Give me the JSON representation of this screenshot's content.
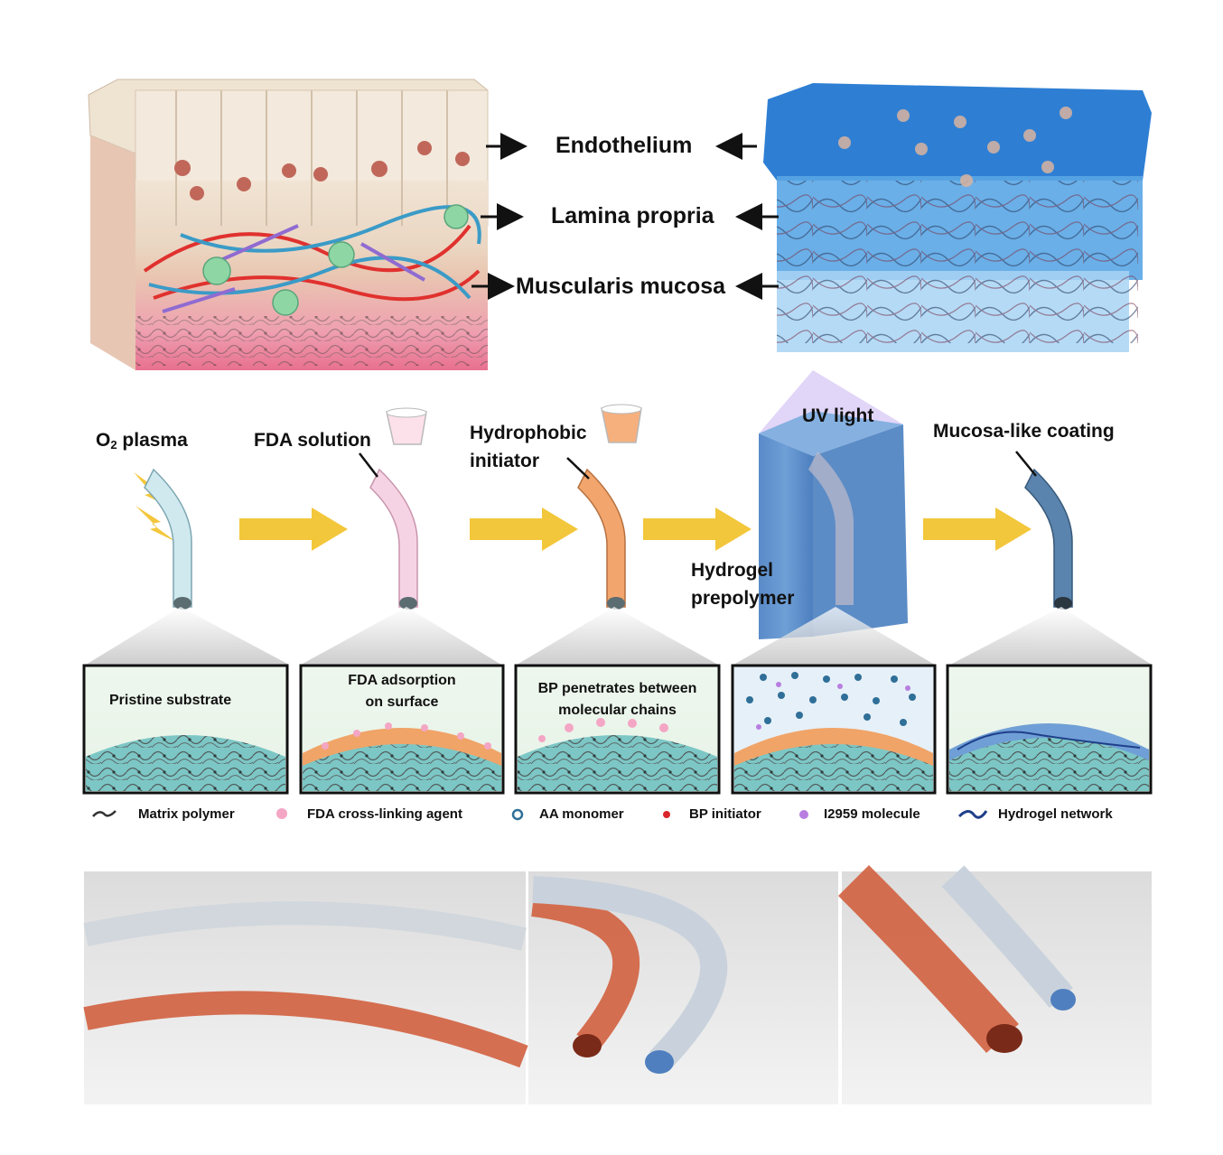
{
  "layers": [
    "Endothelium",
    "Lamina propria",
    "Muscularis mucosa"
  ],
  "steps": {
    "s1_prefix": "O",
    "s1_sub": "2",
    "s1_suffix": " plasma",
    "s2": "FDA solution",
    "s3_line1": "Hydrophobic",
    "s3_line2": "initiator",
    "s4_top": "UV light",
    "s4_line1": "Hydrogel",
    "s4_line2": "prepolymer",
    "s5": "Mucosa-like coating"
  },
  "panels": {
    "p1": "Pristine substrate",
    "p2_line1": "FDA adsorption",
    "p2_line2": "on surface",
    "p3_line1": "BP penetrates between",
    "p3_line2": "molecular chains"
  },
  "legend": [
    "Matrix polymer",
    "FDA cross-linking agent",
    "AA monomer",
    "BP initiator",
    "I2959 molecule",
    "Hydrogel network"
  ],
  "colors": {
    "arrow": "#f3c73c",
    "tube_plain": "#cfe9ef",
    "tube_fda": "#f6d3e4",
    "tube_initiator": "#f2a66d",
    "tube_coated": "#5a84ad",
    "hydrogel": "#6f9fd6",
    "substrate": "#7cc7c6",
    "fda_layer": "#f0a468",
    "photo_red_tube": "#d2603f",
    "photo_clear_tube": "#c9d2dc"
  }
}
